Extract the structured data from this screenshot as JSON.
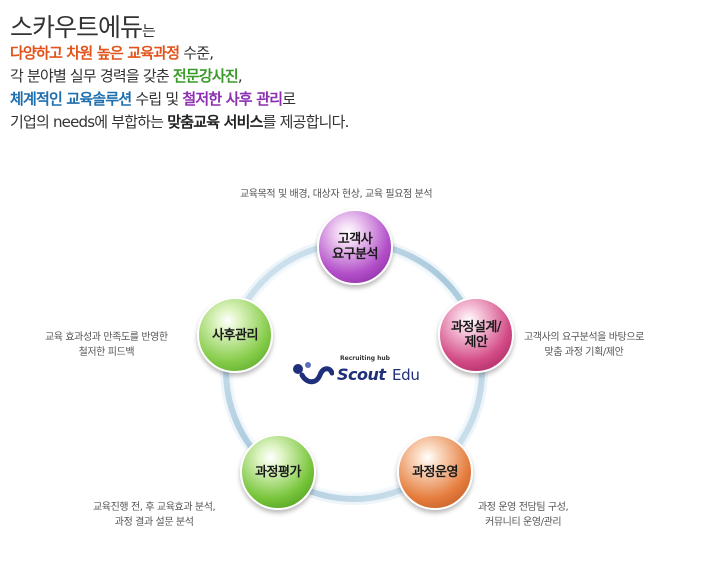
{
  "intro": {
    "title_main": "스카우트에듀",
    "title_suffix": "는",
    "line1": {
      "hl": "다양하고 차원 높은 교육과정",
      "tail": " 수준,"
    },
    "line2": {
      "head": "각 분야별 실무 경력을 갖춘 ",
      "hl": "전문강사진",
      "tail": ","
    },
    "line3": {
      "hl1": "체계적인 교육솔루션",
      "mid1": " 수립 및 ",
      "hl2": "철저한 사후 관리",
      "tail": "로"
    },
    "line4": {
      "head": "기업의 needs에 부합하는 ",
      "hl": "맞춤교육 서비스",
      "tail": "를 제공합니다."
    }
  },
  "logo": {
    "tagline": "Recruiting hub",
    "brand_bold": "Scout",
    "brand_light": "Edu"
  },
  "cycle": {
    "nodes": [
      {
        "label_1": "고객사",
        "label_2": "요구분석",
        "desc_1": "교육목적 및 배경, 대상자 현상, 교육 필요점 분석",
        "desc_2": ""
      },
      {
        "label_1": "과정설계/",
        "label_2": "제안",
        "desc_1": "고객사의 요구분석을 바탕으로",
        "desc_2": "맞춤 과정 기획/제안"
      },
      {
        "label_1": "과정운영",
        "label_2": "",
        "desc_1": "과정 운영 전담팀 구성,",
        "desc_2": "커뮤니티 운영/관리"
      },
      {
        "label_1": "과정평가",
        "label_2": "",
        "desc_1": "교육진행 전, 후 교육효과 분석,",
        "desc_2": "과정 결과 설문 분석"
      },
      {
        "label_1": "사후관리",
        "label_2": "",
        "desc_1": "교육 효과성과 만족도를 반영한",
        "desc_2": "철저한 피드백"
      }
    ]
  },
  "colors": {
    "highlight_orange": "#e2541b",
    "highlight_green": "#3a9a2a",
    "highlight_blue": "#1f6fae",
    "highlight_purple": "#8c2fb1",
    "logo_navy": "#1f2f7a",
    "ring": "#bcd6e6"
  }
}
